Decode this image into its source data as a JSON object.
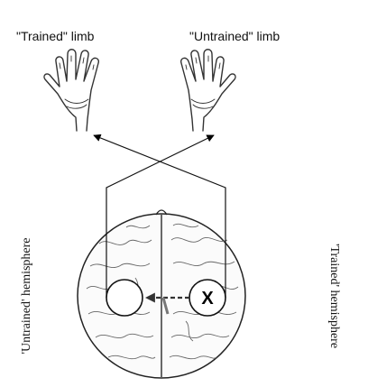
{
  "labels": {
    "trained_limb": "\"Trained\" limb",
    "untrained_limb": "\"Untrained\" limb",
    "untrained_hemisphere": "'Untrained' hemisphere",
    "trained_hemisphere": "'Trained' hemisphere"
  },
  "symbols": {
    "lesion_mark": "X"
  }
}
